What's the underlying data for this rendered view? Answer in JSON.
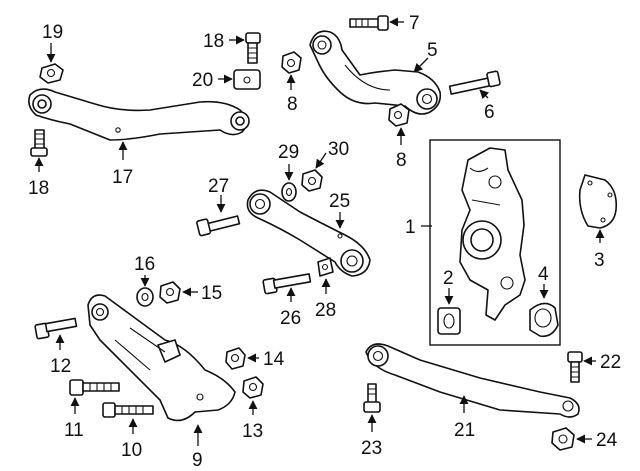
{
  "diagram": {
    "labels": {
      "c1": "1",
      "c2": "2",
      "c3": "3",
      "c4": "4",
      "c5": "5",
      "c6": "6",
      "c7": "7",
      "c8a": "8",
      "c8b": "8",
      "c9": "9",
      "c10": "10",
      "c11": "11",
      "c12": "12",
      "c13": "13",
      "c14": "14",
      "c15": "15",
      "c16": "16",
      "c17": "17",
      "c18a": "18",
      "c18b": "18",
      "c19": "19",
      "c20": "20",
      "c21": "21",
      "c22": "22",
      "c23": "23",
      "c24": "24",
      "c25": "25",
      "c26": "26",
      "c27": "27",
      "c28": "28",
      "c29": "29",
      "c30": "30"
    }
  }
}
